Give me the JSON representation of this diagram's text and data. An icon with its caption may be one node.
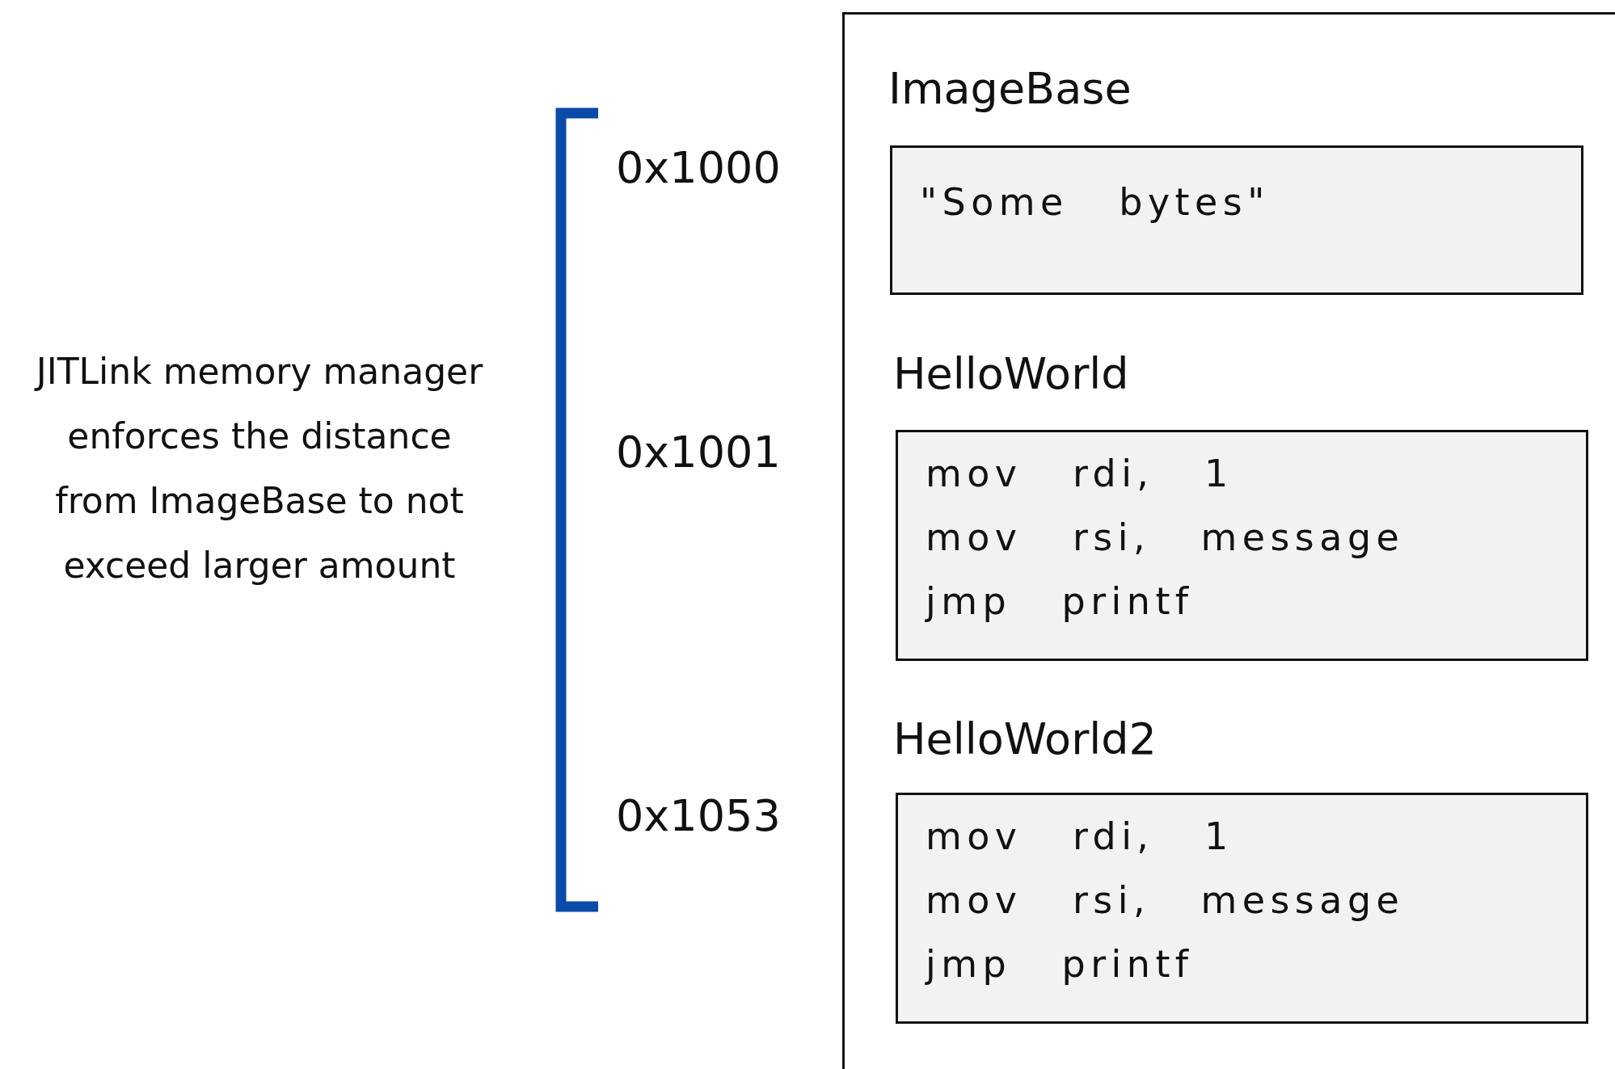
{
  "diagram": {
    "nodes": [
      {
        "text": [],
        "shape": "box"
      },
      {
        "text": [
          "ImageBase",
          "\"Some bytes\""
        ],
        "in": 0
      },
      {
        "text": [
          "HelloWorld",
          "mov rdi, 1",
          "mov rsi, message",
          "jmp printf"
        ],
        "in": 0
      },
      {
        "text": [
          "HelloWorld2",
          "mov rdi, 1",
          "mov rsi, message",
          "jmp printf"
        ],
        "in": 0
      }
    ],
    "labels": [
      "JITLink memory manager enforces the distance from ImageBase to not exceed larger amount",
      "0x1000",
      "0x1001",
      "0x1053"
    ]
  }
}
